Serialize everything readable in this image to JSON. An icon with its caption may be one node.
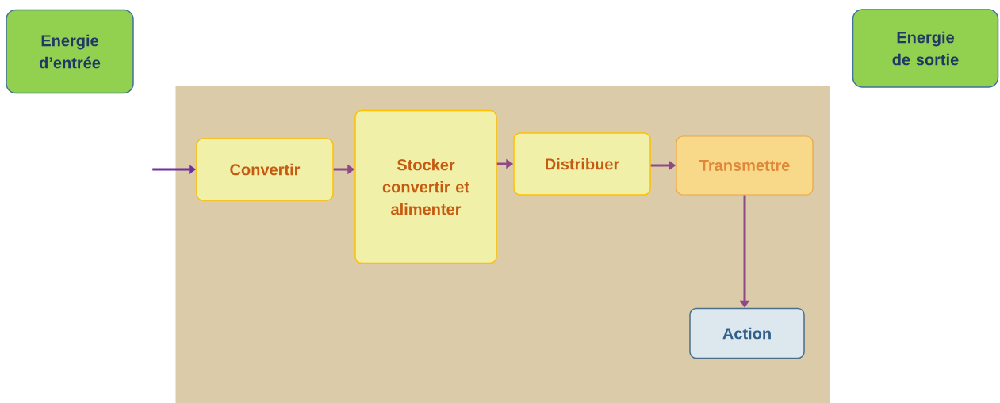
{
  "diagram": {
    "nodes": [
      {
        "text": [
          "Energie d’entrée"
        ]
      },
      {
        "text": [
          "Energie de sortie"
        ]
      },
      {
        "text": [],
        "shape": "box"
      },
      {
        "text": [
          "Convertir"
        ],
        "in": 2
      },
      {
        "text": [
          "Stocker convertir et alimenter"
        ],
        "in": 2
      },
      {
        "text": [
          "Distribuer"
        ],
        "in": 2
      },
      {
        "text": [
          "Transmettre"
        ],
        "in": 2
      },
      {
        "text": [
          "Action"
        ],
        "in": 2
      }
    ],
    "edges": [
      {
        "from": null,
        "to": 3,
        "arrow": "to",
        "color": "#7030a0"
      },
      {
        "from": 3,
        "to": 4,
        "arrow": "to"
      },
      {
        "from": 4,
        "to": 5,
        "arrow": "to"
      },
      {
        "from": 5,
        "to": 6,
        "arrow": "to"
      },
      {
        "from": 6,
        "to": 7,
        "arrow": "to"
      }
    ]
  }
}
